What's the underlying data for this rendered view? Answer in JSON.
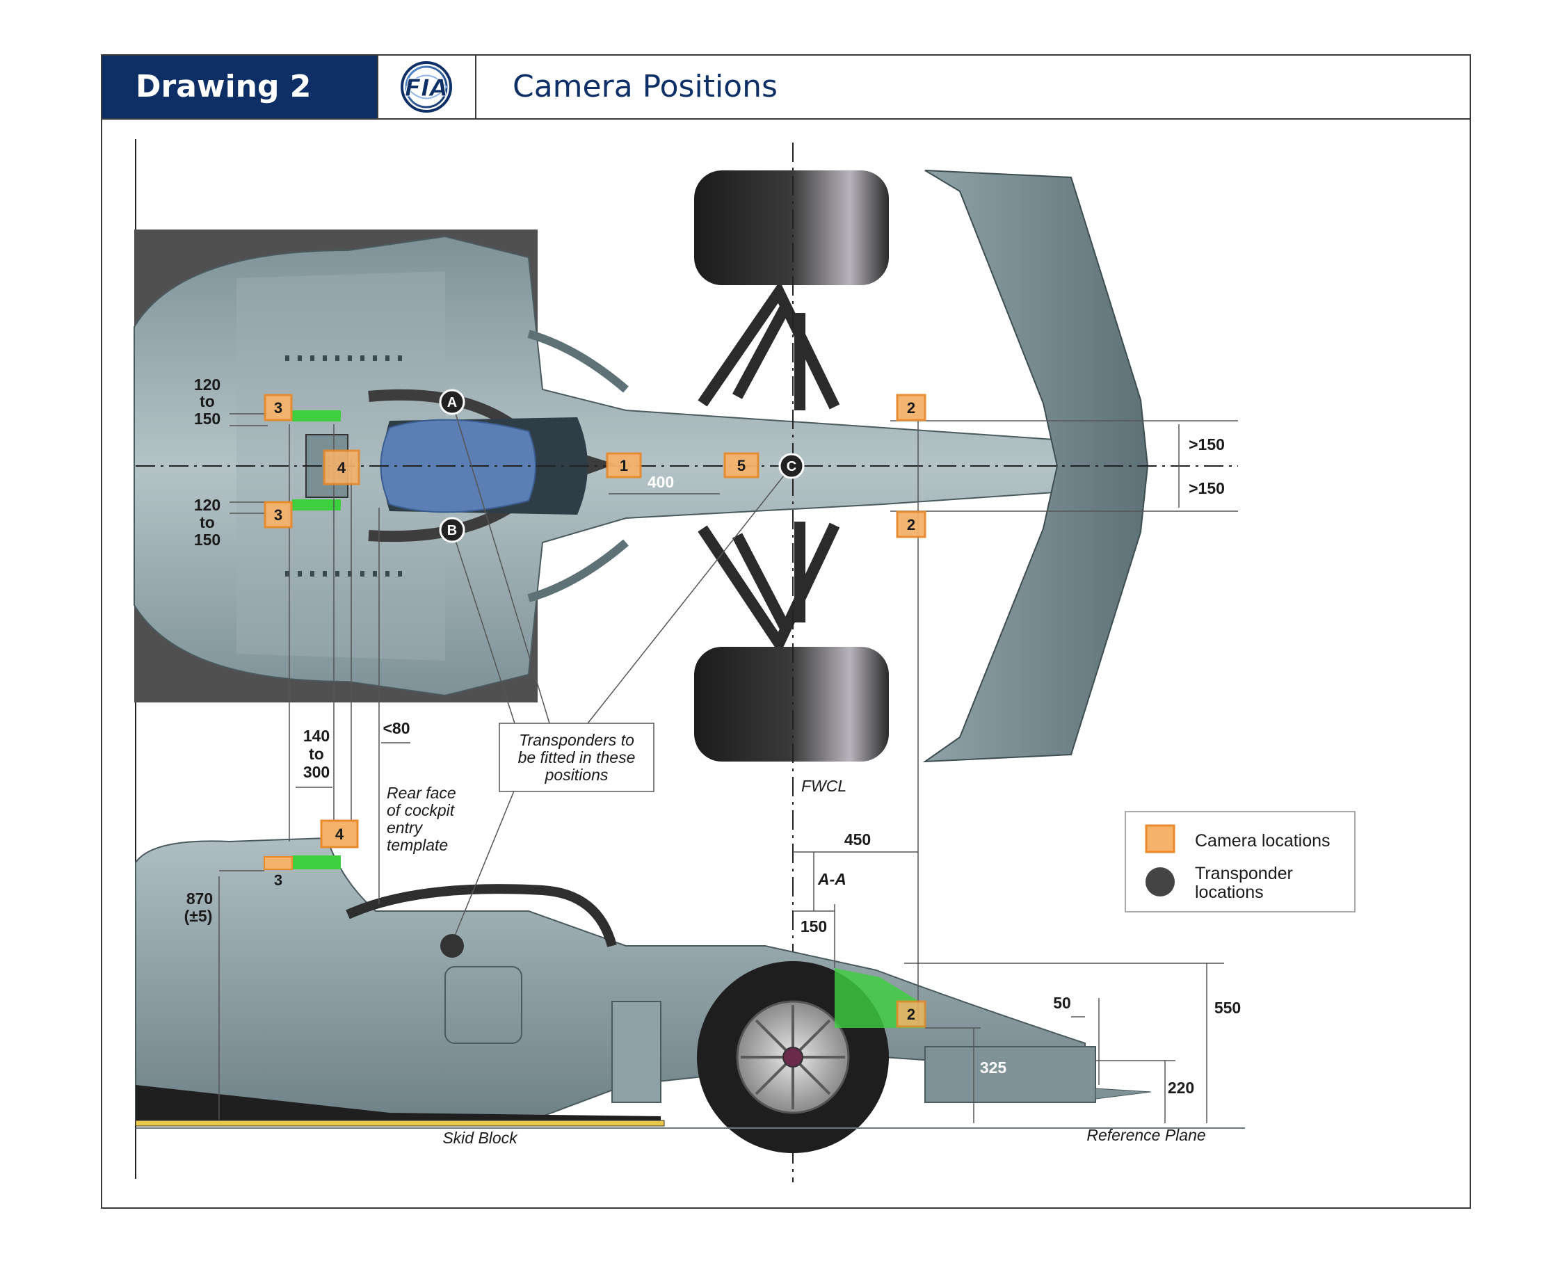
{
  "header": {
    "drawing_label": "Drawing 2",
    "logo_text": "FIA",
    "title": "Camera Positions"
  },
  "cameras": {
    "c1": "1",
    "c2a": "2",
    "c2b": "2",
    "c2side": "2",
    "c3top": "3",
    "c3bottom": "3",
    "c3side": "3",
    "c4top": "4",
    "c4side": "4",
    "c5": "5"
  },
  "transponders": {
    "a": "A",
    "b": "B",
    "c": "C"
  },
  "dimensions": {
    "top_120_l1": "120",
    "top_120_l2": "to",
    "top_120_l3": "150",
    "bot_120_l1": "120",
    "bot_120_l2": "to",
    "bot_120_l3": "150",
    "d400": "400",
    "gt150_upper": ">150",
    "gt150_lower": ">150",
    "d140_l1": "140",
    "d140_l2": "to",
    "d140_l3": "300",
    "lt80": "<80",
    "d450": "450",
    "d150": "150",
    "d50": "50",
    "d550": "550",
    "d325": "325",
    "d220": "220",
    "d870_l1": "870",
    "d870_l2": "(±5)"
  },
  "annotations": {
    "rear_face_l1": "Rear face",
    "rear_face_l2": "of cockpit",
    "rear_face_l3": "entry",
    "rear_face_l4": "template",
    "transponder_note_l1": "Transponders to",
    "transponder_note_l2": "be fitted in these",
    "transponder_note_l3": "positions",
    "fwcl": "FWCL",
    "section": "A-A",
    "skid_block": "Skid Block",
    "reference_plane": "Reference Plane"
  },
  "legend": {
    "camera_label": "Camera locations",
    "transponder_l1": "Transponder",
    "transponder_l2": "locations"
  },
  "colors": {
    "header_bg": "#0d2f66",
    "camera_fill": "#f5b26b",
    "camera_stroke": "#e8892a",
    "green_zone": "#3ecf3e",
    "body": "#8a9ea3",
    "tyre": "#2a2a2a",
    "cockpit": "#5b7fb5"
  }
}
